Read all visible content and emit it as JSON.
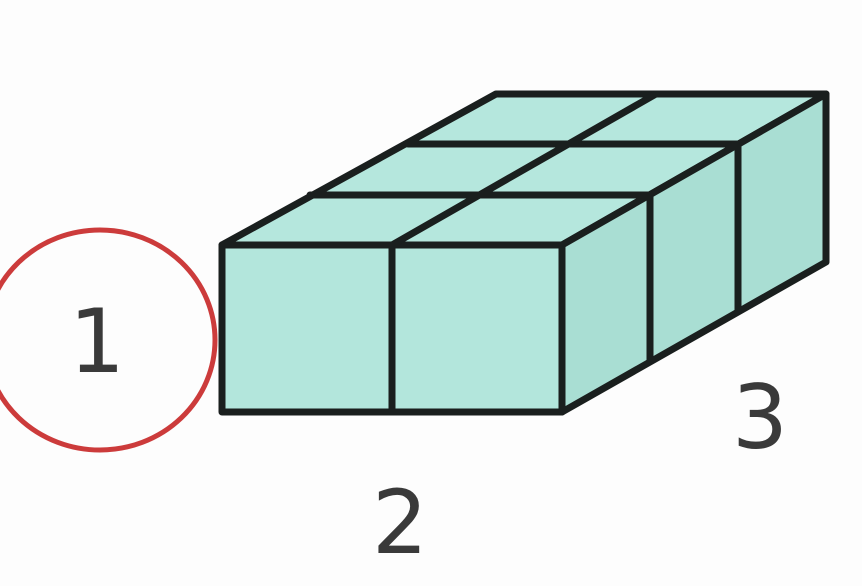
{
  "figure": {
    "colors": {
      "cube_fill": "#b3e6dc",
      "cube_fill_side": "#a8ddd2",
      "edge": "#1a1f1e",
      "circle": "#cc3b3b",
      "label": "#3a3a3a"
    },
    "dimensions": {
      "height_label": "1",
      "width_label": "2",
      "depth_label": "3"
    },
    "highlighted": "height_label"
  }
}
